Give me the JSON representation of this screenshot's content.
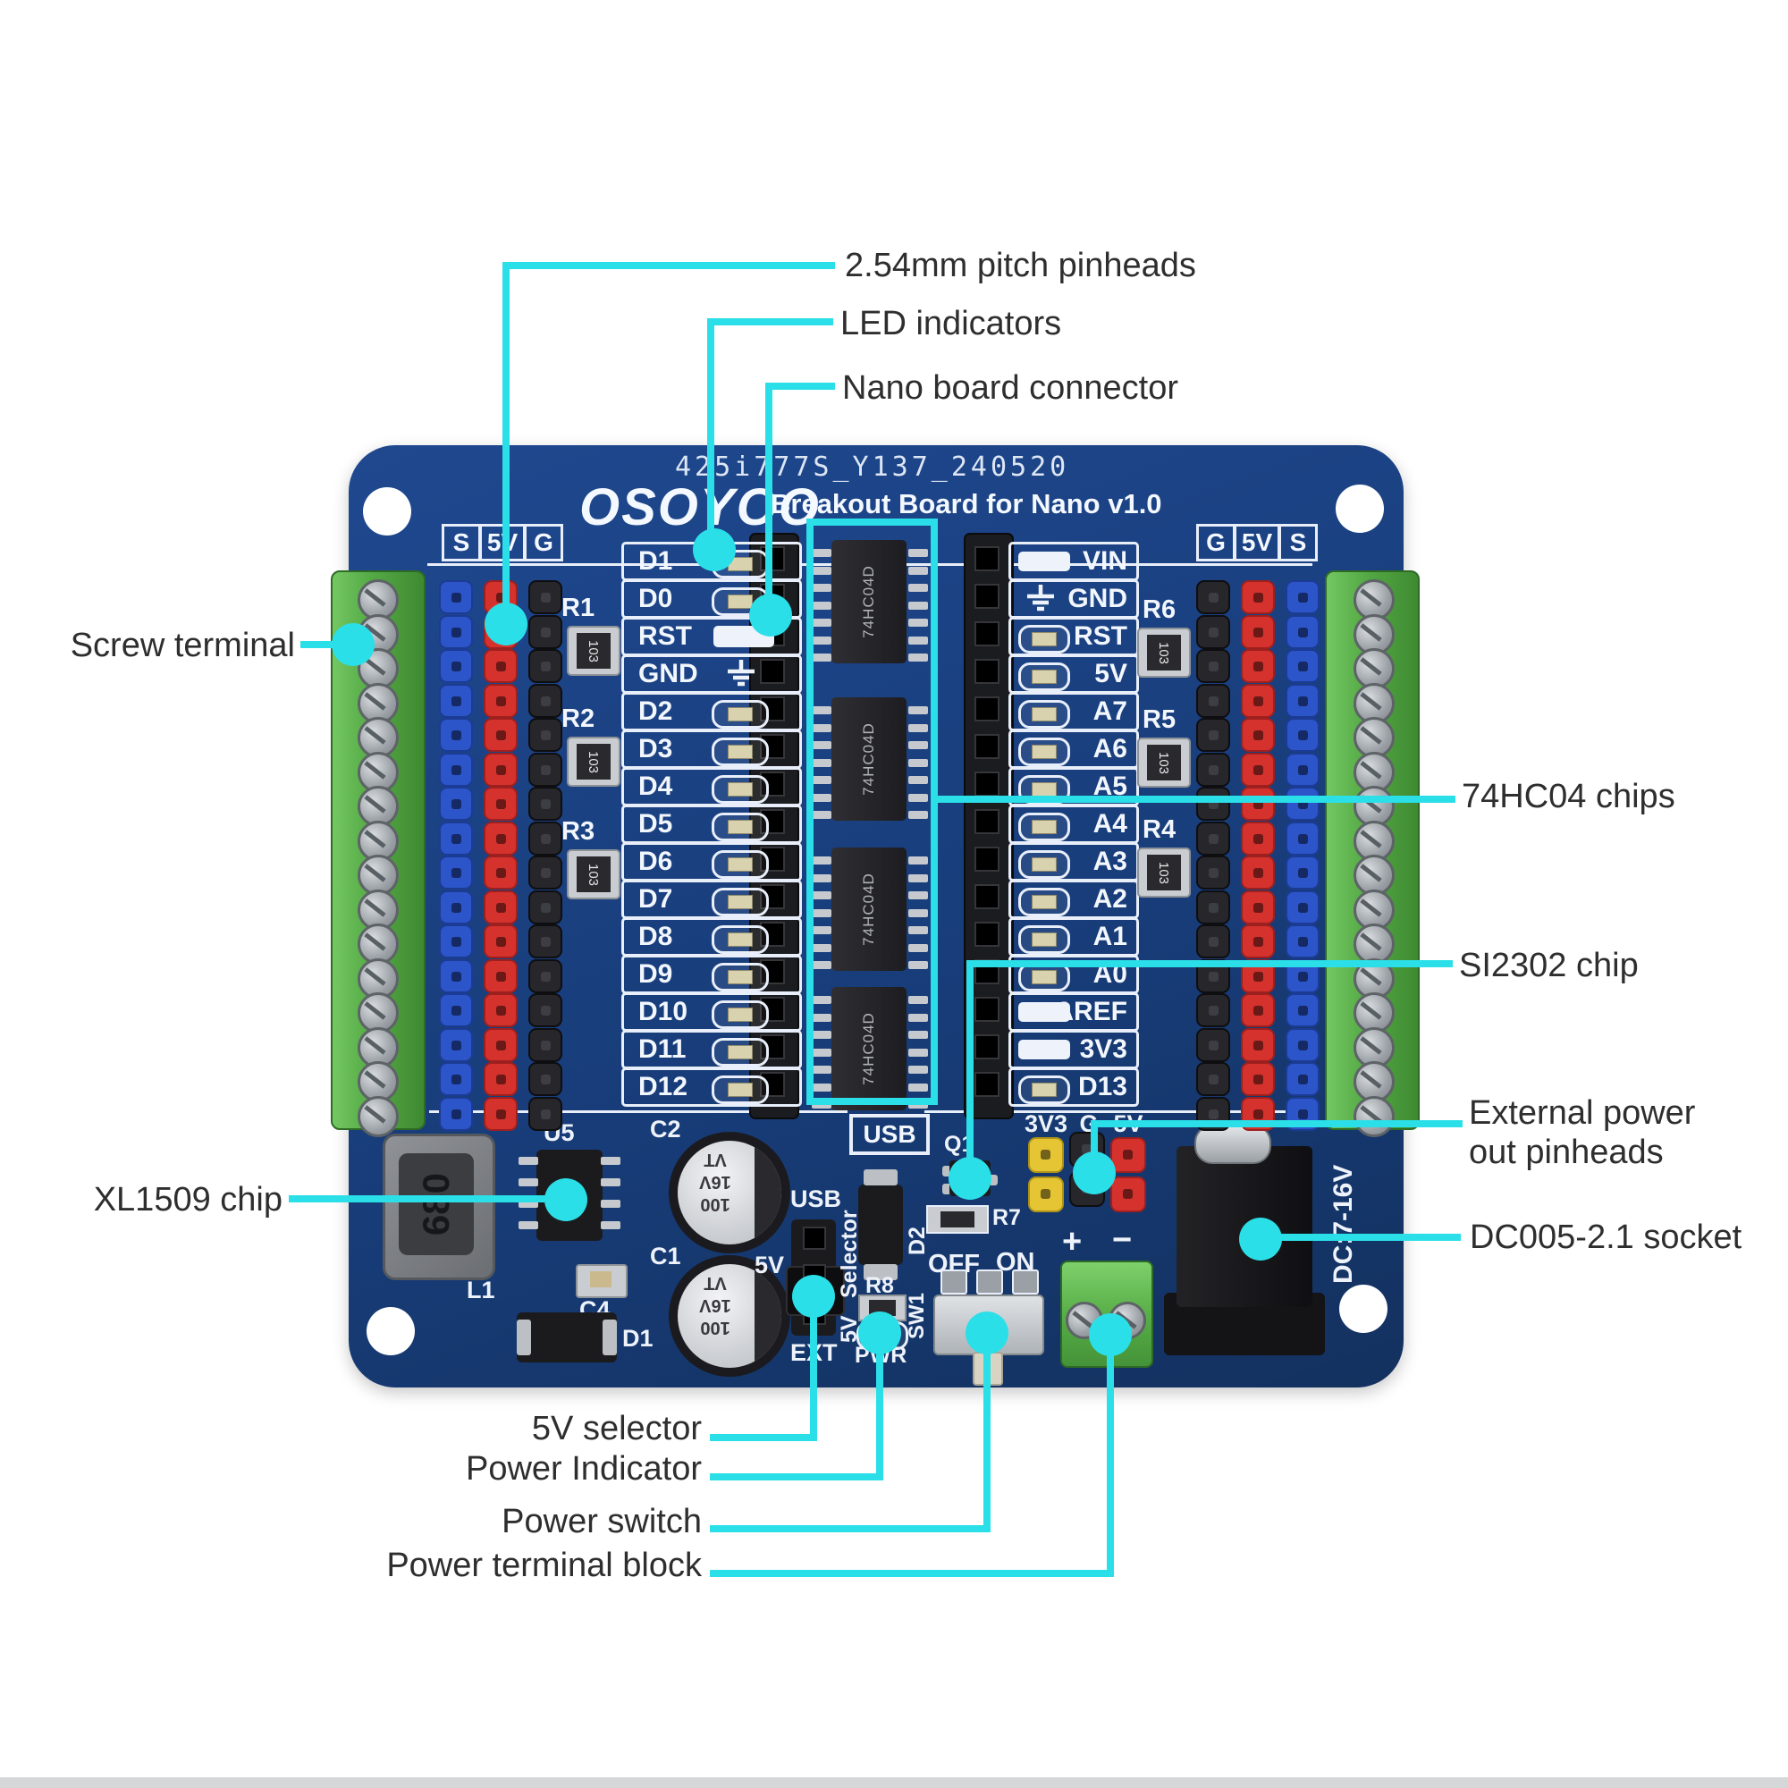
{
  "colors": {
    "accent": "#2BDFE8",
    "pcb": "#183D7A",
    "silk": "#EEF3FB",
    "terminal-green": "#53A844",
    "pin-red": "#D5322E",
    "pin-blue": "#2B55C8",
    "pin-yellow": "#E6C534",
    "annotation-text": "#2E2E2E"
  },
  "annotations": {
    "pinheads": "2.54mm pitch pinheads",
    "led": "LED indicators",
    "nano": "Nano board connector",
    "screw": "Screw terminal",
    "hc04": "74HC04 chips",
    "si2302": "SI2302 chip",
    "ext_power_line1": "External power",
    "ext_power_line2": "out pinheads",
    "dc005": "DC005-2.1 socket",
    "xl1509": "XL1509 chip",
    "sel5v": "5V selector",
    "pwr_ind": "Power Indicator",
    "pwr_sw": "Power switch",
    "pwr_term": "Power terminal block"
  },
  "board": {
    "serial": "425i777S_Y137_240520",
    "brand": "OSOYOO",
    "title": "Breakout Board for Nano v1.0",
    "header_left": [
      "S",
      "5V",
      "G"
    ],
    "header_right": [
      "G",
      "5V",
      "S"
    ],
    "left_rows": [
      {
        "label": "D1",
        "acc": "led"
      },
      {
        "label": "D0",
        "acc": "led"
      },
      {
        "label": "RST",
        "acc": "rect"
      },
      {
        "label": "GND",
        "acc": "gnd"
      },
      {
        "label": "D2",
        "acc": "led"
      },
      {
        "label": "D3",
        "acc": "led"
      },
      {
        "label": "D4",
        "acc": "led"
      },
      {
        "label": "D5",
        "acc": "led"
      },
      {
        "label": "D6",
        "acc": "led"
      },
      {
        "label": "D7",
        "acc": "led"
      },
      {
        "label": "D8",
        "acc": "led"
      },
      {
        "label": "D9",
        "acc": "led"
      },
      {
        "label": "D10",
        "acc": "led"
      },
      {
        "label": "D11",
        "acc": "led"
      },
      {
        "label": "D12",
        "acc": "led"
      }
    ],
    "right_rows": [
      {
        "label": "VIN",
        "acc": "rect"
      },
      {
        "label": "GND",
        "acc": "gnd"
      },
      {
        "label": "RST",
        "acc": "led"
      },
      {
        "label": "5V",
        "acc": "led"
      },
      {
        "label": "A7",
        "acc": "led"
      },
      {
        "label": "A6",
        "acc": "led"
      },
      {
        "label": "A5",
        "acc": "led"
      },
      {
        "label": "A4",
        "acc": "led"
      },
      {
        "label": "A3",
        "acc": "led"
      },
      {
        "label": "A2",
        "acc": "led"
      },
      {
        "label": "A1",
        "acc": "led"
      },
      {
        "label": "A0",
        "acc": "led"
      },
      {
        "label": "AREF",
        "acc": "rect"
      },
      {
        "label": "3V3",
        "acc": "rect"
      },
      {
        "label": "D13",
        "acc": "led"
      }
    ],
    "resistors_left": [
      "R1",
      "R2",
      "R3"
    ],
    "resistors_right": [
      "R6",
      "R5",
      "R4"
    ],
    "smd_marking": "103",
    "chip_marking": "74HC04D",
    "chip_count": 4
  },
  "bottom": {
    "usb_box": "USB",
    "u5": "U5",
    "c2": "C2",
    "c1": "C1",
    "c4": "C4",
    "d1": "D1",
    "d2": "D2",
    "l1": "L1",
    "inductor_value": "680",
    "cap_marking": "100\n16V\nVT",
    "sel_usb": "USB",
    "sel_selector": "Selector",
    "sel_5v": "5V",
    "sel_ext": "EXT",
    "silk_5v": "5V",
    "r8": "R8",
    "pwr": "PWR",
    "sw1": "SW1",
    "off": "OFF",
    "on": "ON",
    "q1": "Q1",
    "r7": "R7",
    "rail_labels": [
      "3V3",
      "G",
      "5V"
    ],
    "plus": "+",
    "minus": "−",
    "dc_range": "DC:7-16V"
  }
}
